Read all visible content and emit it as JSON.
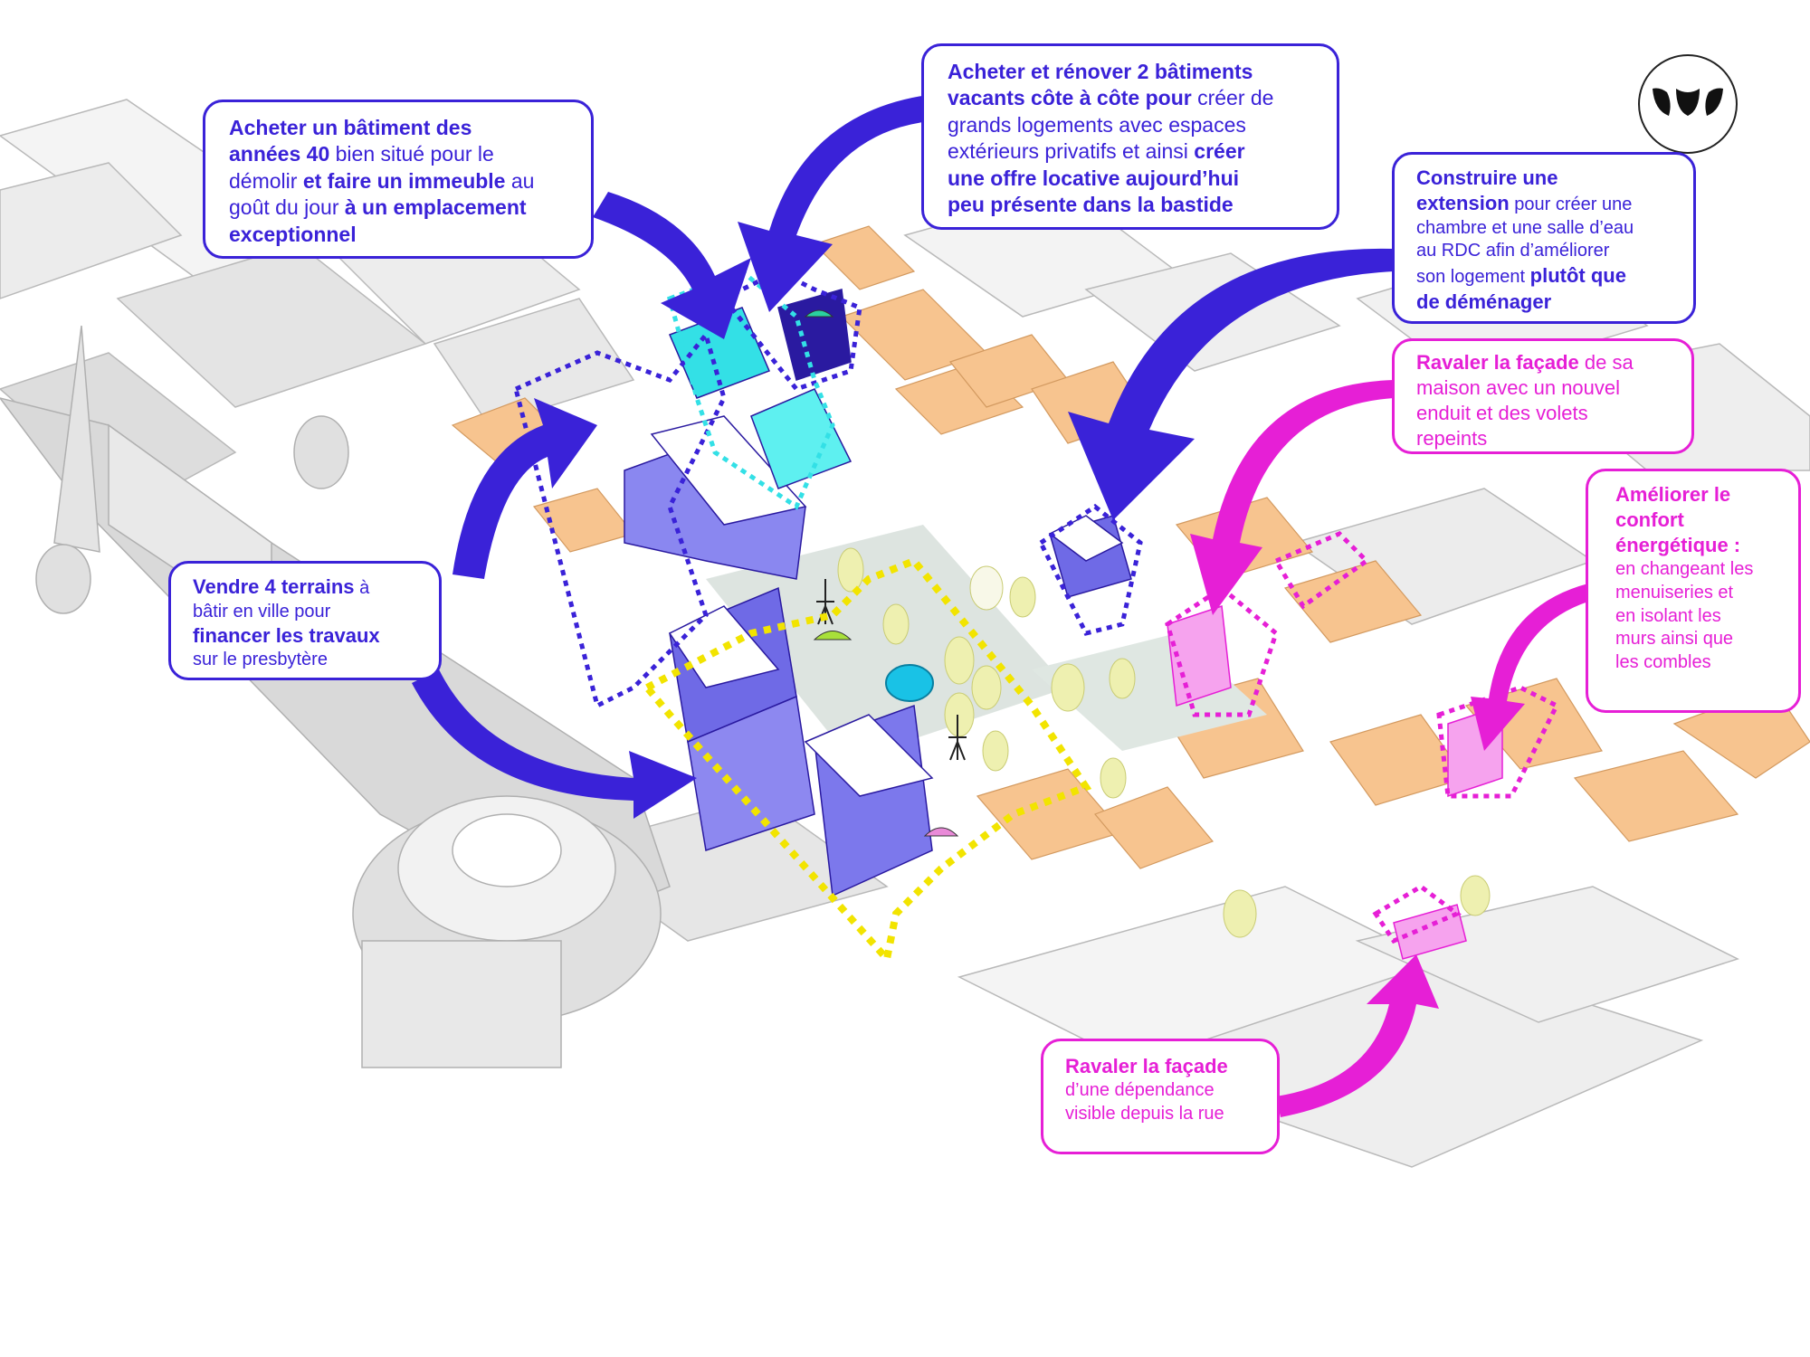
{
  "callouts": {
    "c1": {
      "l1a": "Acheter un bâtiment des",
      "l2a": "années 40",
      "l2b": " bien situé pour le",
      "l3a": "démolir ",
      "l3b": "et faire un immeuble",
      "l3c": " au",
      "l4a": "goût du jour ",
      "l4b": "à un emplacement",
      "l5a": "exceptionnel"
    },
    "c2": {
      "l1a": "Acheter et rénover 2 bâtiments",
      "l2a": "vacants côte à côte pour",
      "l2b": " créer de",
      "l3a": "grands logements avec espaces",
      "l4a": "extérieurs privatifs et ainsi ",
      "l4b": "créer",
      "l5a": "une offre locative aujourd’hui",
      "l6a": "peu présente dans la bastide"
    },
    "c3": {
      "l1a": "Construire une",
      "l2a": "extension",
      "l2b": " pour créer une",
      "l3a": "chambre et une salle d’eau",
      "l4a": "au RDC afin d’améliorer",
      "l5a": "son logement ",
      "l5b": "plutôt que",
      "l6a": "de déménager"
    },
    "c4": {
      "l1a": "Ravaler la façade",
      "l1b": " de sa",
      "l2a": "maison avec un nouvel",
      "l3a": "enduit et des volets",
      "l4a": "repeints"
    },
    "c5": {
      "l1a": "Améliorer le",
      "l2a": "confort",
      "l3a": "énergétique :",
      "l4a": "en changeant les",
      "l5a": "menuiseries et",
      "l6a": "en isolant les",
      "l7a": "murs ainsi que",
      "l8a": "les combles"
    },
    "c6": {
      "l1a": "Vendre 4 terrains",
      "l1b": " à",
      "l2a": "bâtir en ville pour",
      "l3a": "financer les travaux",
      "l4a": "sur le presbytère"
    },
    "c7": {
      "l1a": "Ravaler la façade",
      "l2a": "d’une dépendance",
      "l3a": "visible depuis la rue"
    }
  },
  "colors": {
    "blue": "#3a22d8",
    "pink": "#e61fd6",
    "yellow": "#f2e400",
    "cyan": "#33e0e6",
    "roof_orange": "#f7c48f",
    "building_grey": "#dcdcdc",
    "tree": "#eef0b0"
  },
  "icons": [
    "logo-leaves-icon",
    "umbrella-icon",
    "pool-icon",
    "person-icon"
  ]
}
